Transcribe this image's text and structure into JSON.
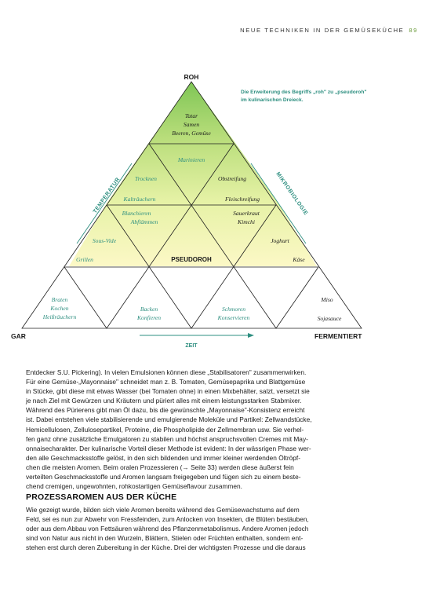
{
  "header": {
    "title": "NEUE TECHNIKEN IN DER GEMÜSEKÜCHE",
    "page_number": "89"
  },
  "diagram": {
    "caption": [
      "Die Erweiterung des Begriffs „roh\" zu „pseudoroh\"",
      "im kulinarischen Dreieck."
    ],
    "corner_top": "ROH",
    "corner_left": "GAR",
    "corner_right": "FERMENTIERT",
    "axis_left": "TEMPERATUR",
    "axis_right": "MIKROBIOLOGIE",
    "axis_bottom": "ZEIT",
    "center": "PSEUDOROH",
    "top_cell": [
      "Tatar",
      "Samen",
      "Beeren, Gemüse"
    ],
    "marinieren": "Marinieren",
    "trocknen": "Trocknen",
    "kaltraeuchern": "Kalträuchern",
    "obstreifung": "Obstreifung",
    "fleischreifung": "Fleischreifung",
    "blanchieren": [
      "Blanchieren",
      "Abflämmen"
    ],
    "sauerkraut": [
      "Sauerkraut",
      "Kimchi"
    ],
    "sous_vide": "Sous-Vide",
    "grillen": "Grillen",
    "joghurt": "Joghurt",
    "kaese": "Käse",
    "braten": [
      "Braten",
      "Kochen",
      "Heißräuchern"
    ],
    "backen": [
      "Backen",
      "Konfieren"
    ],
    "schmoren": [
      "Schmoren",
      "Konservieren"
    ],
    "miso": "Miso",
    "sojasauce": "Sojasauce"
  },
  "paragraph_lines": [
    "Entdecker S.U. Pickering). In vielen Emulsionen können diese „Stabilisatoren\" zusammenwirken.",
    "Für eine Gemüse-„Mayonnaise\" schneidet man z. B. Tomaten, Gemüsepaprika und Blattgemüse",
    "in Stücke, gibt diese mit etwas Wasser (bei Tomaten ohne) in einen Mixbehälter, salzt, versetzt sie",
    "je nach Ziel mit Gewürzen und Kräutern und püriert alles mit einem leistungsstarken Stabmixer.",
    "Während des Pürierens gibt man Öl dazu, bis die gewünschte „Mayonnaise\"-Konsistenz erreicht",
    "ist. Dabei entstehen viele stabilisierende und emulgierende Moleküle und Partikel: Zellwandstücke,",
    "Hemicellulosen, Zellulosepartikel, Proteine, die Phospholipide der Zellmembran usw. Sie verhel-",
    "fen ganz ohne zusätzliche Emulgatoren zu stabilen und höchst anspruchsvollen Cremes mit May-",
    "onnaisecharakter. Der kulinarische Vorteil dieser Methode ist evident: In der wässrigen Phase wer-",
    "den alle Geschmacksstoffe gelöst, in den sich bildenden und immer kleiner werdenden Öltröpf-",
    "chen die meisten Aromen. Beim oralen Prozessieren (→ Seite 33) werden diese äußerst fein",
    "verteilten Geschmacksstoffe und Aromen langsam freigegeben und fügen sich zu einem beste-",
    "chend cremigen, ungewohnten, rohkostartigen Gemüseflavour zusammen."
  ],
  "section_title": "PROZESSAROMEN AUS DER KÜCHE",
  "section_lines": [
    "Wie gezeigt wurde, bilden sich viele Aromen bereits während des Gemüsewachstums auf dem",
    "Feld, sei es nun zur Abwehr von Fressfeinden, zum Anlocken von Insekten, die Blüten bestäuben,",
    "oder aus dem Abbau von Fettsäuren während des Pflanzenmetabolismus. Andere Aromen jedoch",
    "sind von Natur aus nicht in den Wurzeln, Blättern, Stielen oder Früchten enthalten, sondern ent-",
    "stehen erst durch deren Zubereitung in der Küche. Drei der wichtigsten Prozesse und die daraus"
  ],
  "colors": {
    "accent_green": "#6a9a3a",
    "teal": "#2e8f80",
    "gradient_top": "#8fcf63",
    "gradient_bottom": "#fbf7c0"
  }
}
